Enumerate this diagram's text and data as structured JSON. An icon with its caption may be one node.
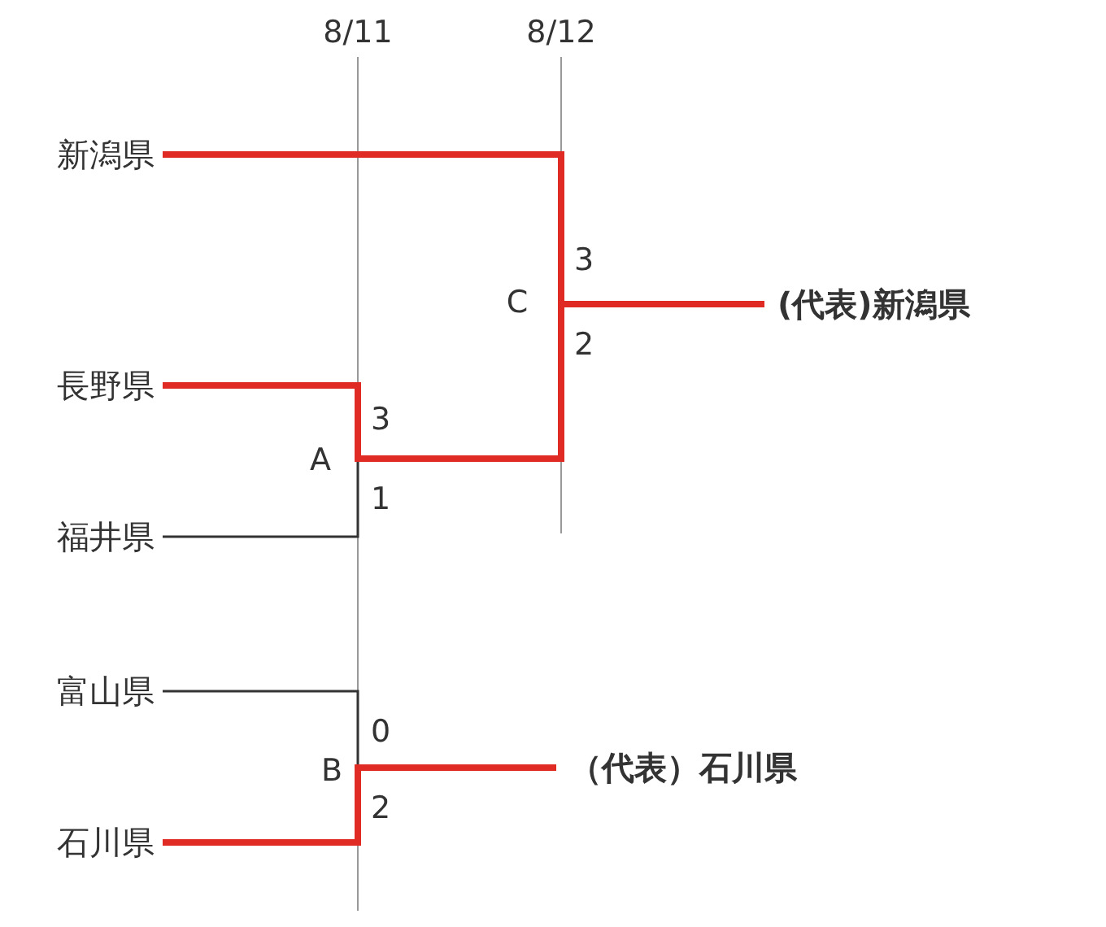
{
  "diagram": {
    "nodes": [
      {
        "text": [
          "新潟県"
        ]
      },
      {
        "text": [
          "長野県"
        ]
      },
      {
        "text": [
          "福井県"
        ]
      },
      {
        "text": [
          "富山県"
        ]
      },
      {
        "text": [
          "石川県"
        ]
      },
      {
        "text": [
          "(代表)新潟県"
        ]
      },
      {
        "text": [
          "（代表）石川県"
        ]
      }
    ],
    "edges": [
      {
        "from": 0,
        "to": 5,
        "arrow": "none"
      },
      {
        "from": 1,
        "to": 5,
        "arrow": "none"
      },
      {
        "from": 2,
        "to": 5,
        "arrow": "none",
        "color": "#333333"
      },
      {
        "from": 3,
        "to": 6,
        "arrow": "none",
        "color": "#333333"
      },
      {
        "from": 4,
        "to": 6,
        "arrow": "none"
      }
    ],
    "labels": [
      "8/11",
      "8/12",
      "3",
      "C",
      "2",
      "3",
      "A",
      "1",
      "0",
      "B",
      "2"
    ]
  }
}
